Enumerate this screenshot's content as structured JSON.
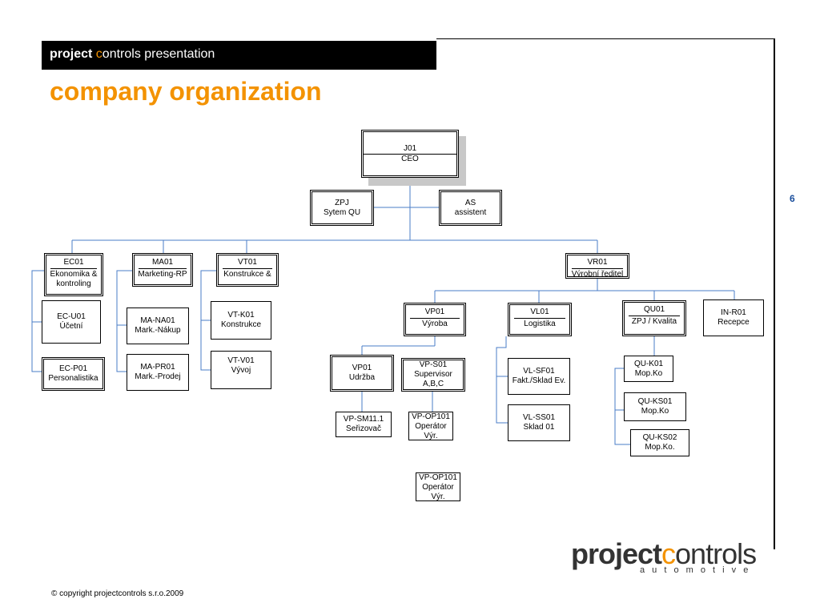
{
  "header": {
    "title_bold": "project",
    "title_accent": "c",
    "title_rest": "ontrols presentation"
  },
  "slide_title": "company organization",
  "page_number": "6",
  "copyright": "© copyright projectcontrols s.r.o.2009",
  "logo": {
    "bold": "project",
    "accent": "c",
    "rest": "ontrols",
    "sub": "a u t o m o t i v e"
  },
  "colors": {
    "accent": "#f39200",
    "connector": "#4a7cc7",
    "page_number": "#1a4e9c"
  },
  "org": {
    "ceo": {
      "code": "J01",
      "role": "CEO"
    },
    "zpj": {
      "code": "ZPJ",
      "role": "Sytem QU"
    },
    "as": {
      "code": "AS",
      "role": "assistent"
    },
    "ec01": {
      "code": "EC01",
      "role": "Ekonomika &",
      "role2": "kontroling"
    },
    "ec_u01": {
      "code": "EC-U01",
      "role": "Účetní"
    },
    "ec_p01": {
      "code": "EC-P01",
      "role": "Personalistika"
    },
    "ma01": {
      "code": "MA01",
      "role": "Marketing-RP"
    },
    "ma_na01": {
      "code": "MA-NA01",
      "role": "Mark.-Nákup"
    },
    "ma_pr01": {
      "code": "MA-PR01",
      "role": "Mark.-Prodej"
    },
    "vt01": {
      "code": "VT01",
      "role": "Konstrukce &"
    },
    "vt_k01": {
      "code": "VT-K01",
      "role": "Konstrukce"
    },
    "vt_v01": {
      "code": "VT-V01",
      "role": "Vývoj"
    },
    "vr01": {
      "code": "VR01",
      "role": "Výrobní ředitel"
    },
    "vp01": {
      "code": "VP01",
      "role": "Výroba"
    },
    "vp01_udrzba": {
      "code": "VP01",
      "role": "Udržba"
    },
    "vp_sm11": {
      "code": "VP-SM11.1",
      "role": "Seřizovač"
    },
    "vp_s01": {
      "code": "VP-S01",
      "role": "Supervisor",
      "role2": "A,B,C"
    },
    "vp_op101_a": {
      "code": "VP-OP101",
      "role": "Operátor",
      "role2": "Výr."
    },
    "vp_op101_b": {
      "code": "VP-OP101",
      "role": "Operátor",
      "role2": "Výr."
    },
    "vl01": {
      "code": "VL01",
      "role": "Logistika"
    },
    "vl_sf01": {
      "code": "VL-SF01",
      "role": "Fakt./Sklad Ev."
    },
    "vl_ss01": {
      "code": "VL-SS01",
      "role": "Sklad 01"
    },
    "qu01": {
      "code": "QU01",
      "role": "ZPJ / Kvalita"
    },
    "qu_k01": {
      "code": "QU-K01",
      "role": "Mop.Ko"
    },
    "qu_ks01": {
      "code": "QU-KS01",
      "role": "Mop.Ko"
    },
    "qu_ks02": {
      "code": "QU-KS02",
      "role": "Mop.Ko."
    },
    "in_r01": {
      "code": "IN-R01",
      "role": "Recepce"
    }
  }
}
